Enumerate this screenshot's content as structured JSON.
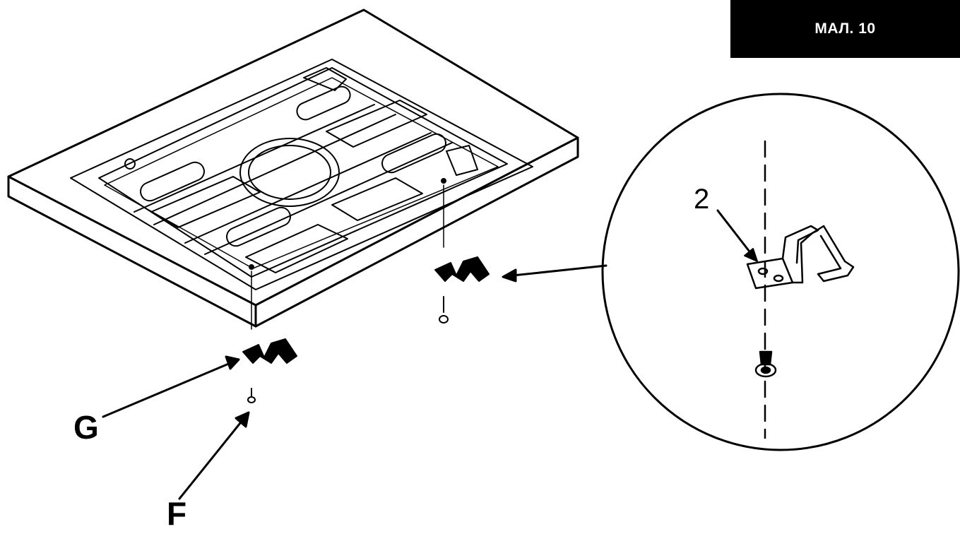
{
  "figure": {
    "badge_label": "МАЛ. 10",
    "badge_background": "#000000",
    "badge_text_color": "#ffffff"
  },
  "callouts": {
    "g": "G",
    "f": "F",
    "detail_part": "2"
  },
  "icons": {
    "clip": "spring-clip-icon",
    "screw": "screw-icon"
  }
}
